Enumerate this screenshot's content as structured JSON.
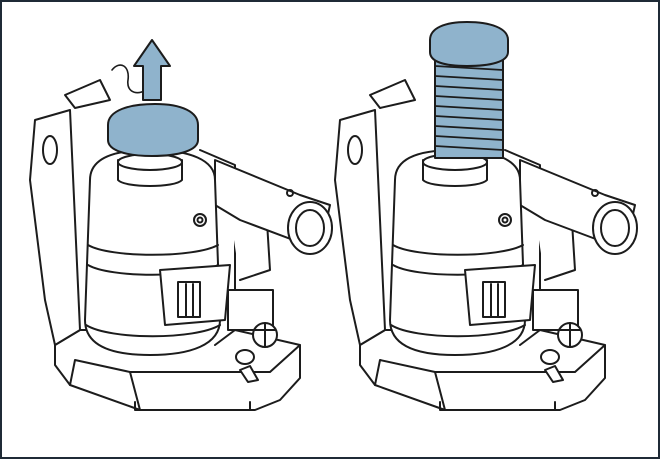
{
  "figure": {
    "panels": [
      {
        "id": "retracted",
        "ram_state": "retracted",
        "arrow": "up"
      },
      {
        "id": "extended",
        "ram_state": "extended",
        "arrow": "none"
      }
    ]
  },
  "colors": {
    "highlight": "#8fb3cc",
    "outline": "#1c1c1c",
    "frame": "#1f2a36",
    "background": "#ffffff"
  }
}
